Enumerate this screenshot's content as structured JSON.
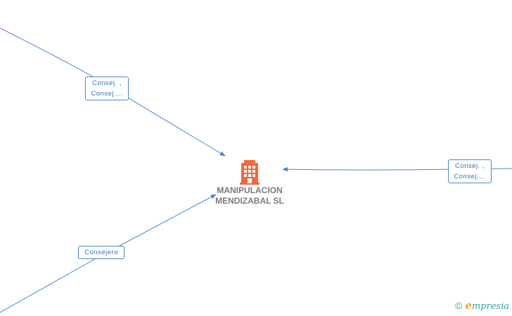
{
  "diagram": {
    "center_node": {
      "name_line1": "MANIPULACION",
      "name_line2": "MENDIZABAL SL",
      "icon": "building-icon",
      "icon_color": "#f2693b"
    },
    "edges": [
      {
        "id": "top-left",
        "label_lines": [
          "Consej. ,",
          "Consej...."
        ]
      },
      {
        "id": "right",
        "label_lines": [
          "Consej. ,",
          "Consej...."
        ]
      },
      {
        "id": "bottom-left",
        "label_lines": [
          "Consejero"
        ]
      }
    ],
    "edge_color": "#4a86d4",
    "label_text_color": "#3a6fb5",
    "node_label_color": "#7a7a7a"
  },
  "brand": {
    "copyright_symbol": "©",
    "name_first": "e",
    "name_rest": "mpresia",
    "color": "#35a6a3",
    "accent_color": "#f2a23c"
  }
}
